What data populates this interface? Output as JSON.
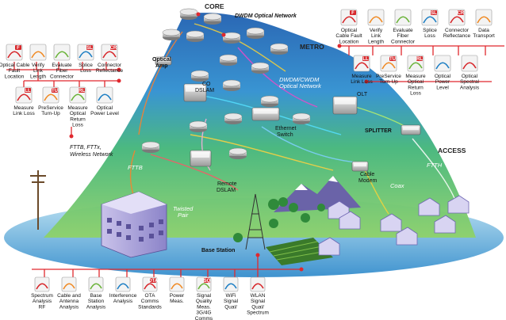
{
  "zones": {
    "core": "CORE",
    "metro": "METRO",
    "access": "ACCESS"
  },
  "labels": {
    "dwdm_top": "DWDM Optical Network",
    "dwdm_cwdm_1": "DWDM/CWDM",
    "dwdm_cwdm_2": "Optical Network",
    "optical_amp_1": "Optical",
    "optical_amp_2": "Amp",
    "co_1": "CO",
    "co_2": "DSLAM",
    "olt": "OLT",
    "ethernet_1": "Ethernet",
    "ethernet_2": "Switch",
    "splitter": "SPLITTER",
    "ftth": "FTTH",
    "fttb": "FTTB",
    "cable_1": "Cable",
    "cable_2": "Modem",
    "coax": "Coax",
    "remote_1": "Remote",
    "remote_2": "DSLAM",
    "twisted_1": "Twisted",
    "twisted_2": "Pair",
    "base_station": "Base Station",
    "ftt_1": "FTTB, FTTx,",
    "ftt_2": "Wireless Network"
  },
  "test_groups": {
    "left_top": [
      {
        "lines": [
          "Optical Cable",
          "Fault",
          "Location"
        ],
        "icon": "fault-location-icon",
        "badge": "F"
      },
      {
        "lines": [
          "Verify",
          "Link",
          "Length"
        ],
        "icon": "link-length-icon",
        "badge": ""
      },
      {
        "lines": [
          "Evaluate",
          "Fiber",
          "Connector"
        ],
        "icon": "fiber-connector-icon",
        "badge": ""
      },
      {
        "lines": [
          "Splice",
          "Loss"
        ],
        "icon": "splice-loss-icon",
        "badge": "SL"
      },
      {
        "lines": [
          "Connector",
          "Reflectance"
        ],
        "icon": "connector-reflectance-icon",
        "badge": "CR"
      }
    ],
    "left_bottom": [
      {
        "lines": [
          "Measure",
          "Link Loss"
        ],
        "icon": "link-loss-icon",
        "badge": "LL"
      },
      {
        "lines": [
          "PreService",
          "Turn-Up"
        ],
        "icon": "turn-up-icon",
        "badge": "TU"
      },
      {
        "lines": [
          "Measure",
          "Optical",
          "Return",
          "Loss"
        ],
        "icon": "return-loss-icon",
        "badge": "RL"
      },
      {
        "lines": [
          "Optical",
          "Power Level"
        ],
        "icon": "power-level-icon",
        "badge": ""
      }
    ],
    "right_top": [
      {
        "lines": [
          "Optical",
          "Cable Fault",
          "Location"
        ],
        "icon": "fault-location-icon",
        "badge": "F"
      },
      {
        "lines": [
          "Verify",
          "Link",
          "Length"
        ],
        "icon": "link-length-icon",
        "badge": ""
      },
      {
        "lines": [
          "Evaluate",
          "Fiber",
          "Connector"
        ],
        "icon": "fiber-connector-icon",
        "badge": ""
      },
      {
        "lines": [
          "Splice",
          "Loss"
        ],
        "icon": "splice-loss-icon",
        "badge": "SL"
      },
      {
        "lines": [
          "Connector",
          "Reflectance"
        ],
        "icon": "connector-reflectance-icon",
        "badge": "CR"
      },
      {
        "lines": [
          "Data",
          "Transport"
        ],
        "icon": "data-transport-icon",
        "badge": ""
      }
    ],
    "right_bottom": [
      {
        "lines": [
          "Measure",
          "Link Loss"
        ],
        "icon": "link-loss-icon",
        "badge": "LL"
      },
      {
        "lines": [
          "PreService",
          "Turn-Up"
        ],
        "icon": "turn-up-icon",
        "badge": "TU"
      },
      {
        "lines": [
          "Measure",
          "Optical",
          "Return",
          "Loss"
        ],
        "icon": "return-loss-icon",
        "badge": "RL"
      },
      {
        "lines": [
          "Optical",
          "Power",
          "Level"
        ],
        "icon": "power-level-icon",
        "badge": ""
      },
      {
        "lines": [
          "Optical",
          "Spectral",
          "Analysis"
        ],
        "icon": "spectral-analysis-icon",
        "badge": ""
      }
    ],
    "bottom": [
      {
        "lines": [
          "Spectrum",
          "Analysis",
          "RF"
        ],
        "icon": "spectrum-icon",
        "badge": ""
      },
      {
        "lines": [
          "Cable and",
          "Antenna",
          "Analysis"
        ],
        "icon": "antenna-icon",
        "badge": ""
      },
      {
        "lines": [
          "Base",
          "Station",
          "Analysis"
        ],
        "icon": "base-station-icon",
        "badge": ""
      },
      {
        "lines": [
          "Interference",
          "Analysis"
        ],
        "icon": "interference-icon",
        "badge": ""
      },
      {
        "lines": [
          "OTA",
          "Comms",
          "Standards"
        ],
        "icon": "ota-icon",
        "badge": "OTA"
      },
      {
        "lines": [
          "Power",
          "Meas."
        ],
        "icon": "power-meas-icon",
        "badge": ""
      },
      {
        "lines": [
          "Signal",
          "Quality",
          "Meas.",
          "3G/4G",
          "Comms"
        ],
        "icon": "signal-quality-icon",
        "badge": "SQ"
      },
      {
        "lines": [
          "WiFi",
          "Signal",
          "Qual/"
        ],
        "icon": "wifi-icon",
        "badge": ""
      },
      {
        "lines": [
          "WLAN",
          "Signal",
          "Qual/",
          "Spectrum"
        ],
        "icon": "wlan-icon",
        "badge": ""
      }
    ]
  },
  "colors": {
    "icon_red": "#d7262a",
    "icon_orange": "#f08a24",
    "icon_green": "#6bb33a",
    "icon_blue": "#1e7fc4",
    "connector_red": "#e0282e",
    "cone_green": "#2f9e44",
    "ground_blue": "#4aa0d8"
  }
}
